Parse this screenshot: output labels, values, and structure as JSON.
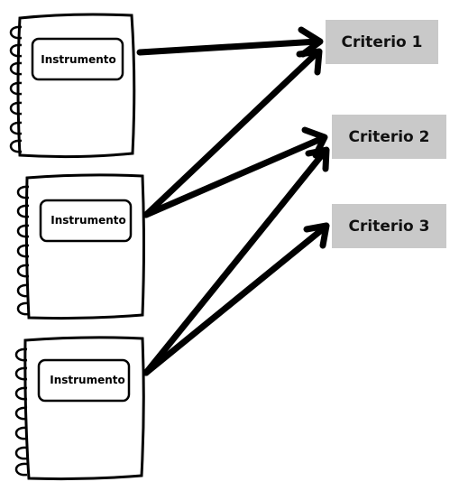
{
  "notebooks": [
    {
      "label": "Instrumento"
    },
    {
      "label": "Instrumento"
    },
    {
      "label": "Instrumento"
    }
  ],
  "criteria": [
    {
      "label": "Criterio 1"
    },
    {
      "label": "Criterio 2"
    },
    {
      "label": "Criterio 3"
    }
  ],
  "colors": {
    "criterion_fill": "#c9c9c9",
    "stroke": "#000000"
  }
}
